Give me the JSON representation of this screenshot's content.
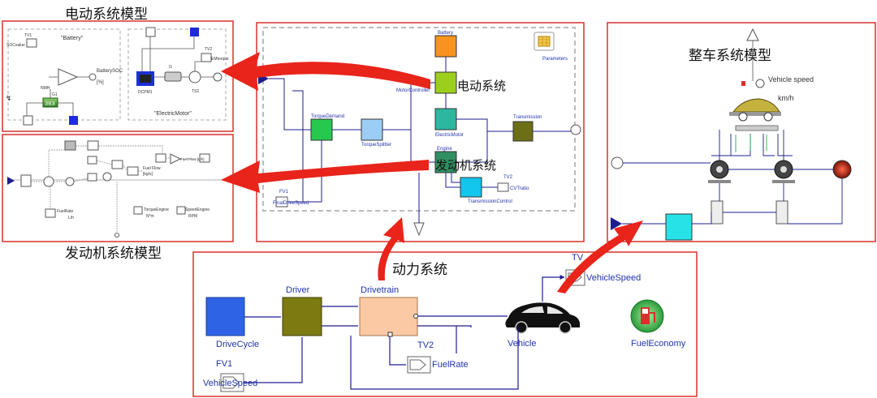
{
  "panels": {
    "electric_model": {
      "title": "电动系统模型",
      "battery": "\"Battery\"",
      "soc_value": "SOCvalue",
      "tv1": "TV1",
      "battery_soc": "BatterySOC",
      "percent": "[%]",
      "nmh": "NMH",
      "g1": "G1",
      "cell_display": "303",
      "electric_motor": "\"ElectricMotor\"",
      "dcpm": "DCPM1",
      "i1": "I1",
      "ts2": "TS2",
      "tv2": "TV2",
      "emtorque": "EMtorque"
    },
    "engine_model": {
      "title": "发动机系统模型",
      "fuel_rate": "FuelRate",
      "fuel_rate_unit": "L/h",
      "fuel_flow": "Fuel Flow",
      "fuel_flow_unit": "[kg/s]",
      "torque_engine": "TorqueEngine",
      "torque_unit": "N*m",
      "speed_engine": "SpeedEngine",
      "speed_unit": "RPM",
      "fuel_flow_out": "Fuel Flow [L/h]"
    },
    "drivetrain_model": {
      "battery": "Battery",
      "parameters": "Parameters",
      "motor_controller": "MotorController",
      "torque_demand": "TorqueDemand",
      "torque_splitter": "TorqueSplitter",
      "electric_motor": "ElectricMotor",
      "transmission": "Transmission",
      "engine": "Engine",
      "tv2": "TV2",
      "cv_ratio": "CVTratio",
      "transmission_control": "TransmissionControl",
      "fv1": "FV1",
      "final_speed": "FinalDriveSpeed",
      "electric_system": "电动系统",
      "engine_system": "发动机系统"
    },
    "vehicle_model": {
      "title": "整车系统模型",
      "vehicle_speed": "Vehicle speed",
      "kmh": "km/h"
    },
    "powertrain": {
      "title": "动力系统",
      "drive_cycle": "DriveCycle",
      "driver": "Driver",
      "drivetrain": "Drivetrain",
      "vehicle": "Vehicle",
      "fuel_economy": "FuelEconomy",
      "tv": "TV",
      "tv2": "TV2",
      "fuel_rate": "FuelRate",
      "vehicle_speed_tv": "VehicleSpeed",
      "fv1": "FV1",
      "vehicle_speed_fv": "VehicleSpeed"
    }
  },
  "colors": {
    "frame": "#d9302c",
    "arrow": "#e8241b",
    "wire": "#1d1d8f",
    "drive_cycle": "#2f63e6",
    "driver": "#7d7a12",
    "drivetrain": "#fcc9a5",
    "battery": "#f7931e",
    "controller": "#9ccf1c",
    "motor": "#2bb7a0",
    "engine": "#2f8f62",
    "transmission": "#6c6f16",
    "torque_demand": "#26c94e",
    "torque_splitter": "#9ccdf4",
    "trans_control": "#12c6ec",
    "vehicle_block": "#27e3e8"
  }
}
